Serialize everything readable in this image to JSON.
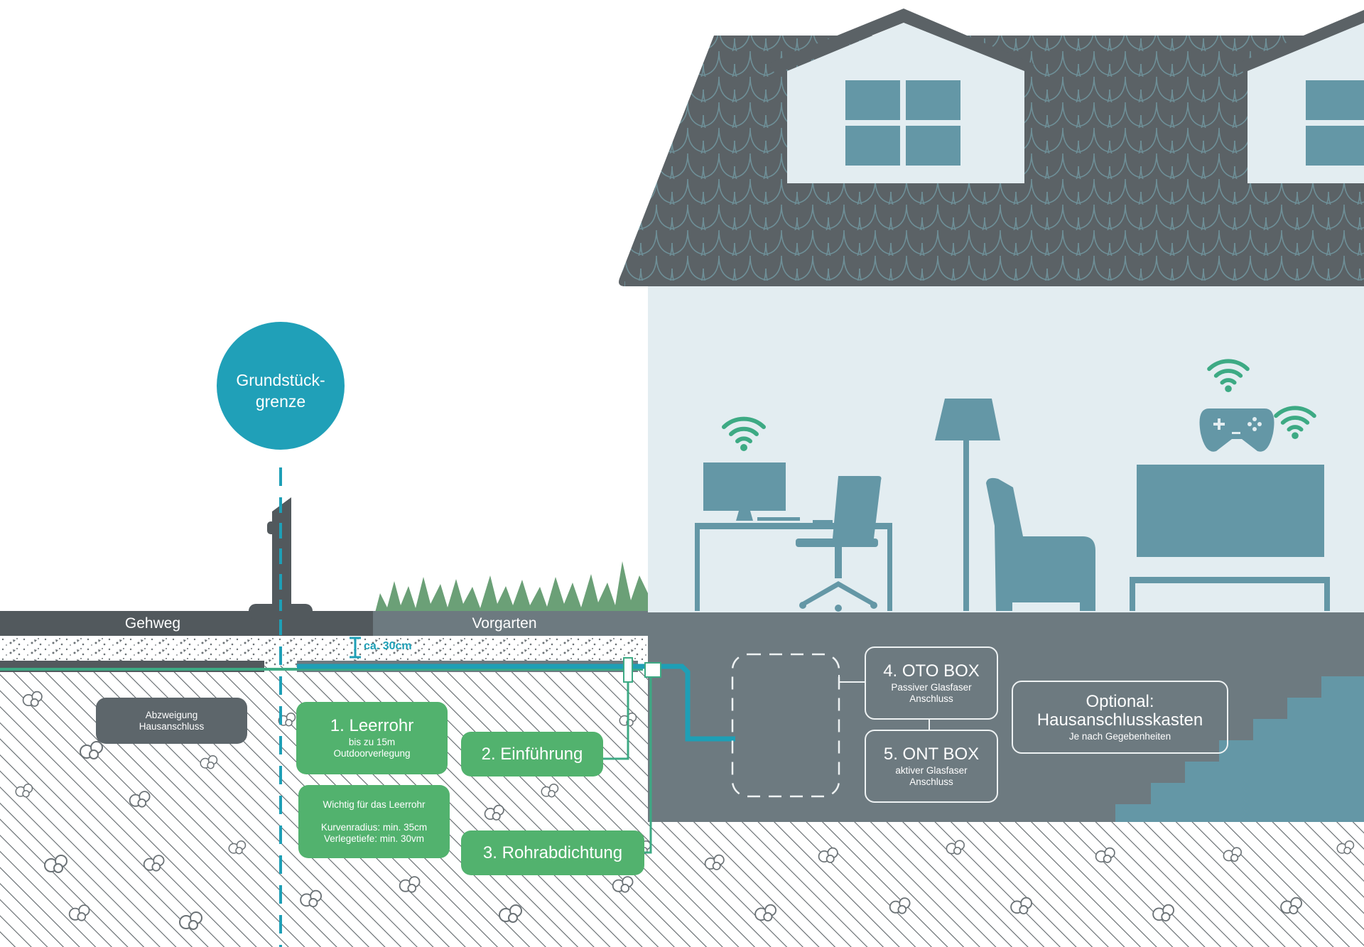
{
  "boundary": {
    "line1": "Grundstück-",
    "line2": "grenze"
  },
  "zones": {
    "sidewalk": "Gehweg",
    "front_yard": "Vorgarten",
    "depth": "ca. 30cm"
  },
  "branch": {
    "line1": "Abzweigung",
    "line2": "Hausanschluss"
  },
  "steps": {
    "conduit": {
      "title": "1. Leerrohr",
      "line1": "bis zu 15m",
      "line2": "Outdoorverlegung"
    },
    "entry": {
      "title": "2. Einführung"
    },
    "sealing": {
      "title": "3. Rohrabdichtung"
    },
    "oto": {
      "title": "4. OTO BOX",
      "line1": "Passiver Glasfaser",
      "line2": "Anschluss"
    },
    "ont": {
      "title": "5. ONT BOX",
      "line1": "aktiver Glasfaser",
      "line2": "Anschluss"
    }
  },
  "important": {
    "title": "Wichtig für das Leerrohr",
    "radius": "Kurvenradius: min. 35cm",
    "depth": "Verlegetiefe: min. 30vm"
  },
  "optional": {
    "line1": "Optional:",
    "line2": "Hausanschlusskasten",
    "line3": "Je nach Gegebenheiten"
  },
  "icons": [
    "wifi-icon",
    "monitor-icon",
    "desk-icon",
    "office-chair-icon",
    "floor-lamp-icon",
    "armchair-icon",
    "gamepad-icon",
    "tv-icon",
    "tv-stand-icon",
    "stairs-icon",
    "mailbox-post-icon"
  ],
  "colors": {
    "roof": "#5b6266",
    "house_wall": "#e3edf1",
    "furniture": "#6497a6",
    "wifi": "#3daa84",
    "basement": "#6d7a80",
    "step_box": "#52b26e",
    "boundary_circle": "#20a0b8",
    "cable": "#1e9fb6"
  }
}
